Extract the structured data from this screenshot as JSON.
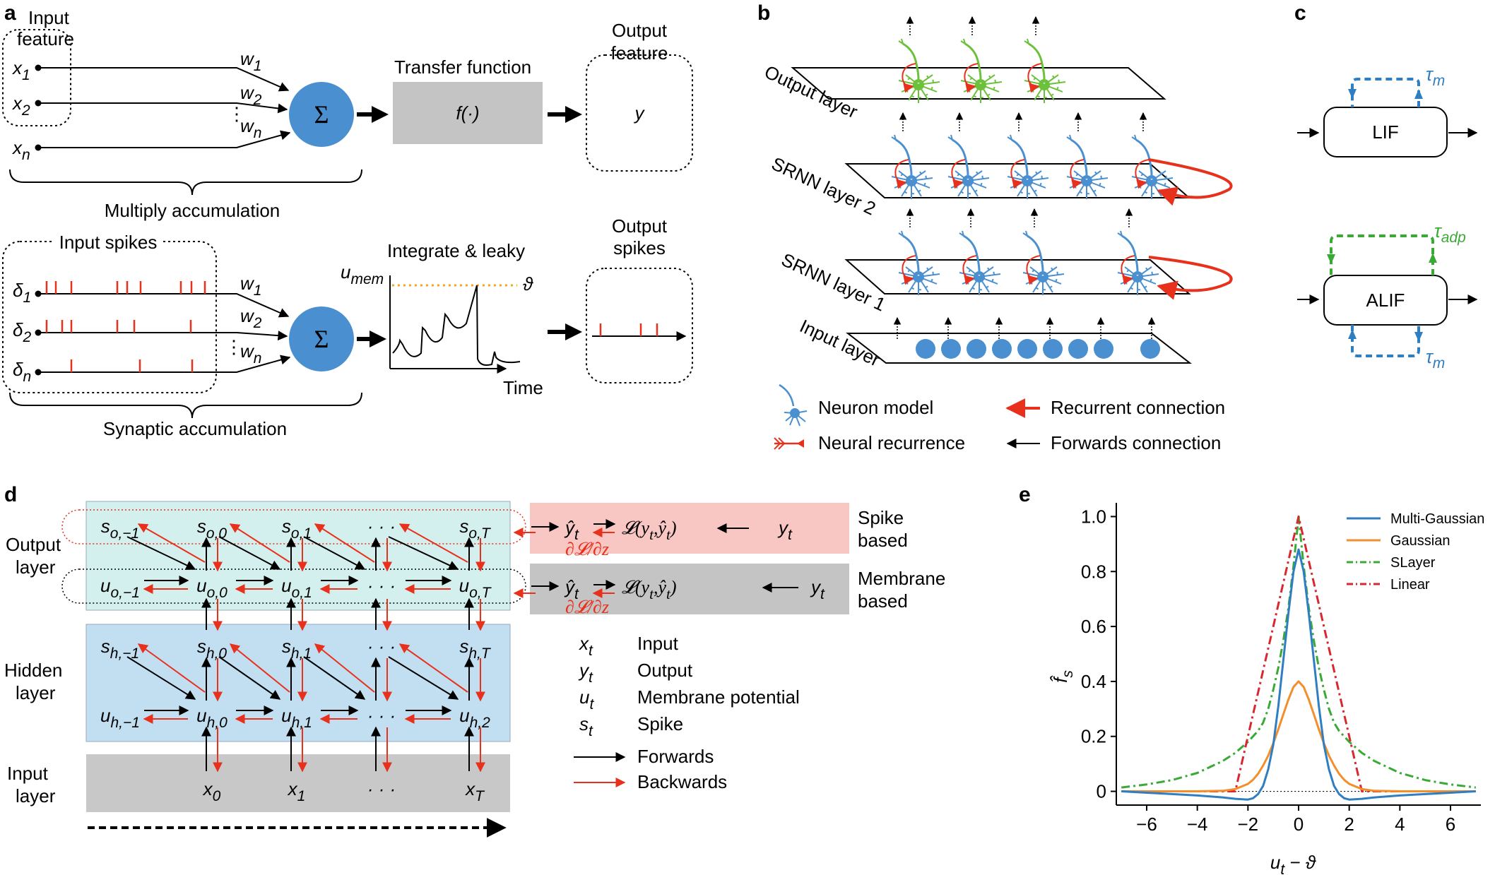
{
  "panels": {
    "a": {
      "label": "a",
      "input_feature": [
        "Input",
        "feature"
      ],
      "inputs": [
        "x",
        "x",
        "x"
      ],
      "input_subs": [
        "1",
        "2",
        "n"
      ],
      "weights": [
        "w",
        "w",
        "w"
      ],
      "weight_subs": [
        "1",
        "2",
        "n"
      ],
      "sum_symbol": "Σ",
      "transfer_title": "Transfer function",
      "transfer_fn": "f(·)",
      "output_feature": [
        "Output",
        "feature"
      ],
      "output_y": "y",
      "multiply_accumulation": "Multiply accumulation",
      "input_spikes": "Input spikes",
      "spike_inputs": [
        "δ",
        "δ",
        "δ"
      ],
      "spike_subs": [
        "1",
        "2",
        "n"
      ],
      "integrate_title": "Integrate & leaky",
      "umem": "u",
      "umem_sub": "mem",
      "threshold": "ϑ",
      "time": "Time",
      "output_spikes": [
        "Output",
        "spikes"
      ],
      "synaptic_accumulation": "Synaptic accumulation",
      "dots": "⋮"
    },
    "b": {
      "label": "b",
      "layers": [
        "Output layer",
        "SRNN layer 2",
        "SRNN layer 1",
        "Input layer"
      ],
      "legend": {
        "neuron_model": "Neuron model",
        "neural_recurrence": "Neural recurrence",
        "recurrent_connection": "Recurrent connection",
        "forwards_connection": "Forwards connection"
      }
    },
    "c": {
      "label": "c",
      "lif": "LIF",
      "alif": "ALIF",
      "tau": "τ",
      "tau_m_sub": "m",
      "tau_adp_sub": "adp"
    },
    "d": {
      "label": "d",
      "output_layer": [
        "Output",
        "layer"
      ],
      "hidden_layer": [
        "Hidden",
        "layer"
      ],
      "input_layer": [
        "Input",
        "layer"
      ],
      "row_s_o": [
        [
          "s",
          "o,−1"
        ],
        [
          "s",
          "o,0"
        ],
        [
          "s",
          "o,1"
        ],
        [
          "· · ·",
          ""
        ],
        [
          "s",
          "o,T"
        ]
      ],
      "row_u_o": [
        [
          "u",
          "o,−1"
        ],
        [
          "u",
          "o,0"
        ],
        [
          "u",
          "o,1"
        ],
        [
          "· · ·",
          ""
        ],
        [
          "u",
          "o,T"
        ]
      ],
      "row_s_h": [
        [
          "s",
          "h,−1"
        ],
        [
          "s",
          "h,0"
        ],
        [
          "s",
          "h,1"
        ],
        [
          "· · ·",
          ""
        ],
        [
          "s",
          "h,T"
        ]
      ],
      "row_u_h": [
        [
          "u",
          "h,−1"
        ],
        [
          "u",
          "h,0"
        ],
        [
          "u",
          "h,1"
        ],
        [
          "· · ·",
          ""
        ],
        [
          "u",
          "h,2"
        ]
      ],
      "row_x": [
        [
          "x",
          "0"
        ],
        [
          "x",
          "1"
        ],
        [
          "· · ·",
          ""
        ],
        [
          "x",
          "T"
        ]
      ],
      "yhat": "ŷ",
      "loss": "𝓛(y",
      "loss_tail": ",ŷ",
      "y": "y",
      "t": "t",
      "grad": "∂𝓛/∂z",
      "spike_based": [
        "Spike",
        "based"
      ],
      "membrane_based": [
        "Membrane",
        "based"
      ],
      "legend": [
        {
          "sym": "x",
          "sub": "t",
          "text": "Input"
        },
        {
          "sym": "y",
          "sub": "t",
          "text": "Output"
        },
        {
          "sym": "u",
          "sub": "t",
          "text": "Membrane potential"
        },
        {
          "sym": "s",
          "sub": "t",
          "text": "Spike"
        }
      ],
      "forwards": "Forwards",
      "backwards": "Backwards"
    },
    "e": {
      "label": "e",
      "ylabel": "f̂",
      "ylabel_sub": "s",
      "xlabel": "u",
      "xlabel_sub": "t",
      "xlabel_tail": " − ϑ"
    }
  },
  "chart_data": {
    "type": "line",
    "title": "",
    "xlabel": "u_t − ϑ",
    "ylabel": "f̂_s",
    "xlim": [
      -7.2,
      7.2
    ],
    "ylim": [
      -0.05,
      1.05
    ],
    "xticks": [
      -6,
      -4,
      -2,
      0,
      2,
      4,
      6
    ],
    "yticks": [
      0,
      0.2,
      0.4,
      0.6,
      0.8,
      1.0
    ],
    "xtick_labels": [
      "−6",
      "−4",
      "−2",
      "0",
      "2",
      "4",
      "6"
    ],
    "ytick_labels": [
      "0",
      "0.2",
      "0.4",
      "0.6",
      "0.8",
      "1.0"
    ],
    "grid": false,
    "legend_position": "top-right",
    "x": [
      -7,
      -6,
      -5,
      -4,
      -3,
      -2.5,
      -2,
      -1.8,
      -1.6,
      -1.4,
      -1.2,
      -1,
      -0.8,
      -0.6,
      -0.4,
      -0.2,
      0,
      0.2,
      0.4,
      0.6,
      0.8,
      1,
      1.2,
      1.4,
      1.6,
      1.8,
      2,
      2.5,
      3,
      4,
      5,
      6,
      7
    ],
    "series": [
      {
        "name": "Multi-Gaussian",
        "color": "#2f7ec1",
        "dash": "",
        "values": [
          0.0,
          -0.005,
          -0.01,
          -0.015,
          -0.022,
          -0.027,
          -0.03,
          -0.025,
          -0.01,
          0.02,
          0.08,
          0.17,
          0.31,
          0.48,
          0.65,
          0.8,
          0.88,
          0.8,
          0.65,
          0.48,
          0.31,
          0.17,
          0.08,
          0.02,
          -0.01,
          -0.025,
          -0.03,
          -0.027,
          -0.022,
          -0.015,
          -0.01,
          -0.005,
          0.0
        ]
      },
      {
        "name": "Gaussian",
        "color": "#f28e2b",
        "dash": "",
        "values": [
          0,
          0,
          0,
          0.0,
          0.002,
          0.008,
          0.027,
          0.042,
          0.064,
          0.094,
          0.13,
          0.175,
          0.226,
          0.281,
          0.335,
          0.38,
          0.4,
          0.38,
          0.335,
          0.281,
          0.226,
          0.175,
          0.13,
          0.094,
          0.064,
          0.042,
          0.027,
          0.008,
          0.002,
          0.0,
          0,
          0,
          0
        ]
      },
      {
        "name": "SLayer",
        "color": "#3aa935",
        "dash": "12 5 3 5",
        "values": [
          0.014,
          0.025,
          0.041,
          0.067,
          0.11,
          0.14,
          0.18,
          0.2,
          0.22,
          0.25,
          0.3,
          0.37,
          0.45,
          0.55,
          0.67,
          0.82,
          1.0,
          0.82,
          0.67,
          0.55,
          0.45,
          0.37,
          0.3,
          0.25,
          0.22,
          0.2,
          0.18,
          0.14,
          0.11,
          0.067,
          0.041,
          0.025,
          0.014
        ]
      },
      {
        "name": "Linear",
        "color": "#d7282f",
        "dash": "12 5 3 5",
        "values": [
          0,
          0,
          0,
          0,
          0,
          0,
          0.2,
          0.28,
          0.36,
          0.44,
          0.52,
          0.6,
          0.68,
          0.76,
          0.84,
          0.92,
          1.0,
          0.92,
          0.84,
          0.76,
          0.68,
          0.6,
          0.52,
          0.44,
          0.36,
          0.28,
          0.2,
          0,
          0,
          0,
          0,
          0,
          0
        ]
      }
    ]
  }
}
